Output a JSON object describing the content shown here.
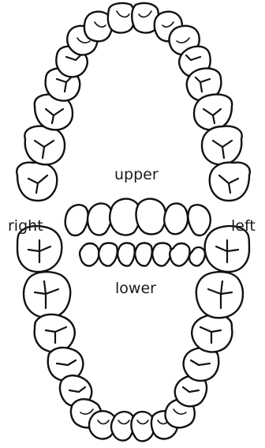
{
  "labels": {
    "upper": "upper",
    "lower": "lower",
    "right": "right",
    "left": "left"
  },
  "colors": {
    "outline": "#111111",
    "tooth_fill": "#ffffff",
    "text": "#1a1a1a",
    "background": "#ffffff"
  }
}
